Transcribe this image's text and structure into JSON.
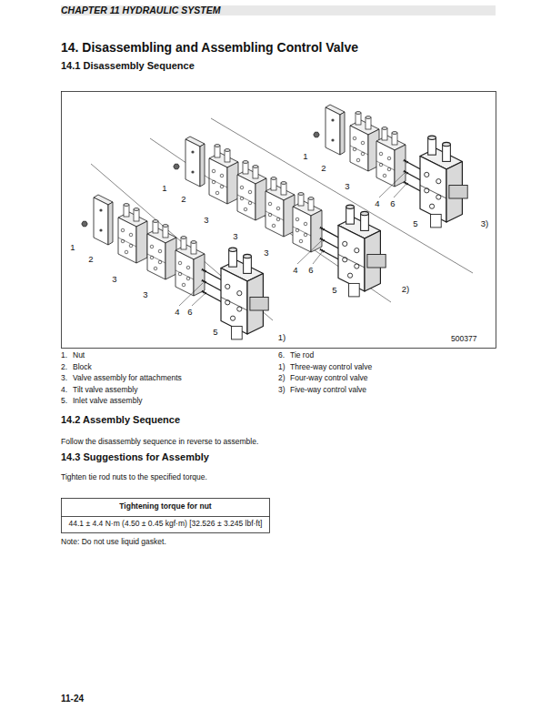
{
  "diagram": {
    "title": "14. Disassembling and Assembling Control Valve",
    "labels": [
      "CHAPTER 11 HYDRAULIC SYSTEM",
      "14.1 Disassembly Sequence",
      "1",
      "2",
      "3",
      "4",
      "6",
      "5",
      "3)",
      "1",
      "2",
      "3",
      "3",
      "3",
      "4",
      "6",
      "5",
      "2)",
      "1",
      "2",
      "3",
      "3",
      "4",
      "6",
      "5",
      "1)",
      "500377",
      "1.",
      "Nut",
      "2.",
      "Block",
      "3.",
      "Valve assembly for attachments",
      "4.",
      "Tilt valve assembly",
      "5.",
      "Inlet valve assembly",
      "6.",
      "Tie rod",
      "1)",
      "Three-way control valve",
      "2)",
      "Four-way control valve",
      "3)",
      "Five-way control valve",
      "14.2 Assembly Sequence",
      "Follow the disassembly sequence in reverse to assemble.",
      "14.3 Suggestions for Assembly",
      "Tighten tie rod nuts to the specified torque.",
      "Tightening torque for nut",
      "44.1 ± 4.4 N·m (4.50 ± 0.45 kgf·m) [32.526 ± 3.245 lbf·ft]",
      "Note: Do not use liquid gasket.",
      "11-24"
    ]
  }
}
